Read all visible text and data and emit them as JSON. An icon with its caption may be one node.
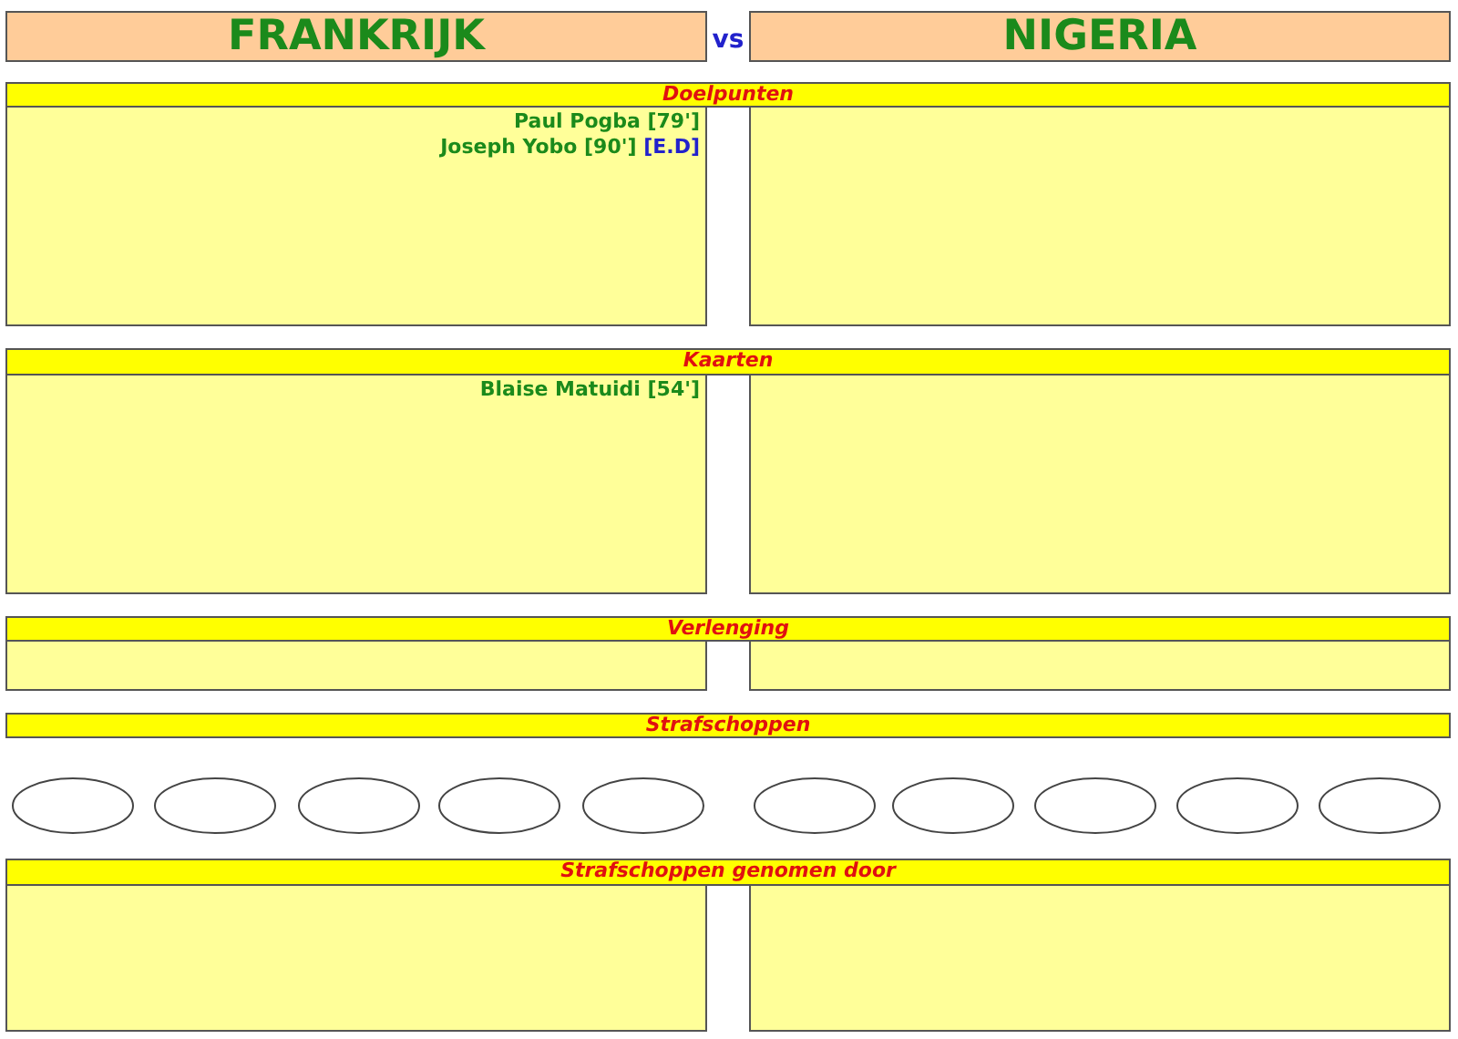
{
  "diagram": {
    "nodes": [
      {
        "text": [
          "FRANKRIJK"
        ]
      },
      {
        "text": [
          "NIGERIA"
        ]
      },
      {
        "text": [
          "Doelpunten"
        ]
      },
      {
        "text": [
          "Paul Pogba [79']",
          "Joseph Yobo [90']",
          "[E.D]"
        ]
      },
      {
        "text": [],
        "shape": "box"
      },
      {
        "text": [
          "Kaarten"
        ]
      },
      {
        "text": [
          "Blaise Matuidi [54']"
        ]
      },
      {
        "text": [],
        "shape": "box"
      },
      {
        "text": [
          "Verlenging"
        ]
      },
      {
        "text": [],
        "shape": "box"
      },
      {
        "text": [],
        "shape": "box"
      },
      {
        "text": [
          "Strafschoppen"
        ]
      },
      {
        "text": [],
        "shape": "ellipse"
      },
      {
        "text": [],
        "shape": "ellipse"
      },
      {
        "text": [],
        "shape": "ellipse"
      },
      {
        "text": [],
        "shape": "ellipse"
      },
      {
        "text": [],
        "shape": "ellipse"
      },
      {
        "text": [],
        "shape": "ellipse"
      },
      {
        "text": [],
        "shape": "ellipse"
      },
      {
        "text": [],
        "shape": "ellipse"
      },
      {
        "text": [],
        "shape": "ellipse"
      },
      {
        "text": [],
        "shape": "ellipse"
      },
      {
        "text": [
          "Strafschoppen genomen door"
        ]
      },
      {
        "text": [],
        "shape": "box"
      },
      {
        "text": [],
        "shape": "box"
      }
    ],
    "edges": [],
    "labels": [
      "vs"
    ]
  }
}
